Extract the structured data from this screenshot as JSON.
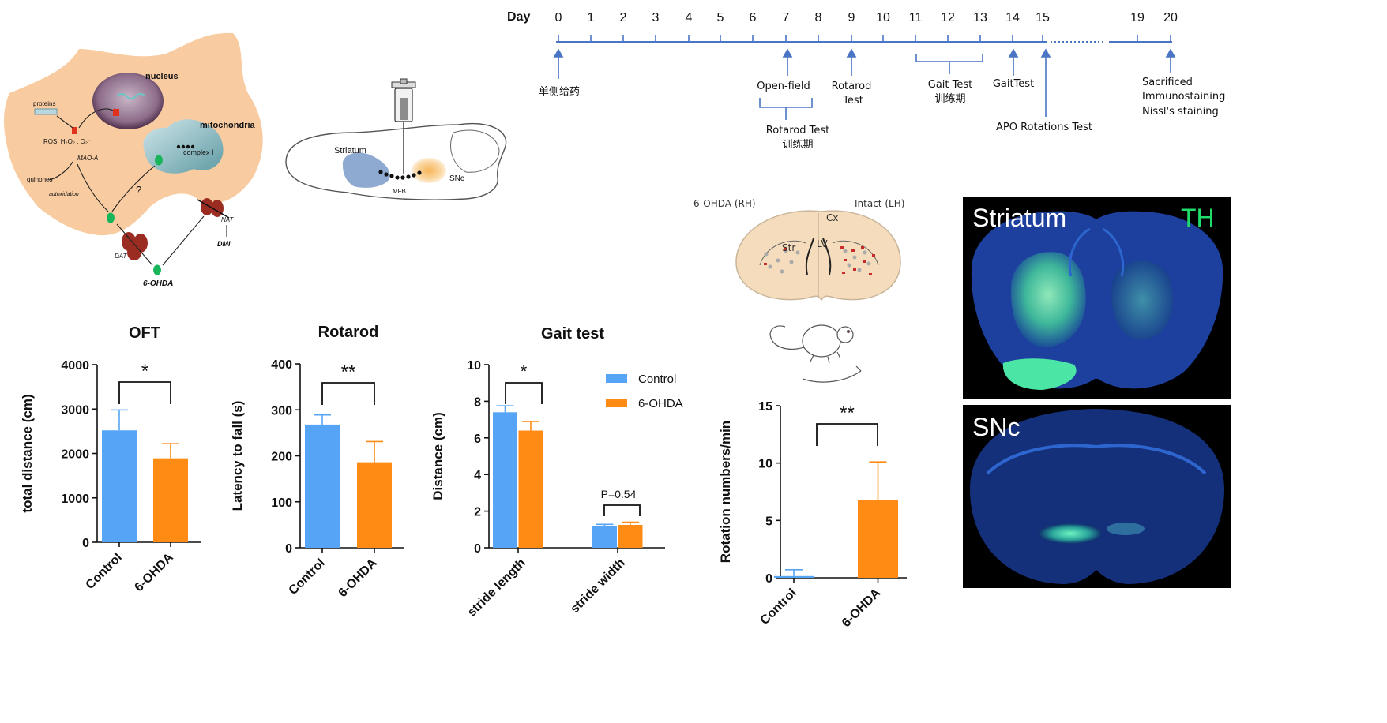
{
  "diagram": {
    "nucleus": "nucleus",
    "proteins": "proteins",
    "mitochondria": "mitochondria",
    "complex_i": "complex I",
    "ros": "ROS, H₂O₂ , O₂⁻",
    "mao_a": "MAO-A",
    "quinones": "quinones",
    "autoxidation": "autoxidation",
    "question": "?",
    "dat": "DAT",
    "nat": "NAT",
    "dmi": "DMI",
    "ohda": "6-OHDA"
  },
  "brain": {
    "striatum": "Striatum",
    "mfb": "MFB",
    "snc": "SNc"
  },
  "timeline": {
    "day_label": "Day",
    "days": [
      "0",
      "1",
      "2",
      "3",
      "4",
      "5",
      "6",
      "7",
      "8",
      "9",
      "10",
      "11",
      "12",
      "13",
      "14",
      "15",
      "19",
      "20"
    ],
    "events": {
      "injection": "单侧给药",
      "open_field": "Open-field",
      "rotarod_training_1": "Rotarod Test",
      "rotarod_training_2": "训练期",
      "rotarod_1": "Rotarod",
      "rotarod_2": "Test",
      "gait_1": "Gait Test",
      "gait_2": "训练期",
      "gait_test": "GaitTest",
      "apo": "APO Rotations Test",
      "end_1": "Sacrificed",
      "end_2": "Immunostaining",
      "end_3": "Nissl's staining"
    }
  },
  "section": {
    "left": "6-OHDA (RH)",
    "right": "Intact (LH)",
    "cx": "Cx",
    "lv": "LV",
    "str": "Str"
  },
  "micrographs": {
    "striatum": "Striatum",
    "th": "TH",
    "snc": "SNc"
  },
  "colors": {
    "control": "#55a4f5",
    "ohda": "#ff8b14",
    "timeline": "#4a74c4",
    "th_green": "#1fdc6a"
  },
  "chart_data": [
    {
      "type": "bar",
      "title": "OFT",
      "ylabel": "total distance (cm)",
      "categories": [
        "Control",
        "6-OHDA"
      ],
      "values": [
        2520,
        1890
      ],
      "errors": [
        460,
        330
      ],
      "ylim": [
        0,
        4000
      ],
      "yticks": [
        "0",
        "1000",
        "2000",
        "3000",
        "4000"
      ],
      "significance": "*"
    },
    {
      "type": "bar",
      "title": "Rotarod",
      "ylabel": "Latency to fall (s)",
      "categories": [
        "Control",
        "6-OHDA"
      ],
      "values": [
        268,
        186
      ],
      "errors": [
        21,
        45
      ],
      "ylim": [
        0,
        400
      ],
      "yticks": [
        "0",
        "100",
        "200",
        "300",
        "400"
      ],
      "significance": "**"
    },
    {
      "type": "bar",
      "title": "Gait test",
      "ylabel": "Distance (cm)",
      "categories": [
        "stride length",
        "stride width"
      ],
      "series": [
        {
          "name": "Control",
          "values": [
            7.4,
            1.2
          ],
          "errors": [
            0.35,
            0.08
          ]
        },
        {
          "name": "6-OHDA",
          "values": [
            6.4,
            1.25
          ],
          "errors": [
            0.5,
            0.15
          ]
        }
      ],
      "ylim": [
        0,
        10
      ],
      "yticks": [
        "0",
        "2",
        "4",
        "6",
        "8",
        "10"
      ],
      "significance": [
        "*",
        "P=0.54"
      ],
      "legend": "top-right"
    },
    {
      "type": "bar",
      "ylabel": "Rotation numbers/min",
      "categories": [
        "Control",
        "6-OHDA"
      ],
      "values": [
        0.15,
        6.8
      ],
      "errors": [
        0.55,
        3.3
      ],
      "ylim": [
        0,
        15
      ],
      "yticks": [
        "0",
        "5",
        "10",
        "15"
      ],
      "significance": "**"
    }
  ]
}
